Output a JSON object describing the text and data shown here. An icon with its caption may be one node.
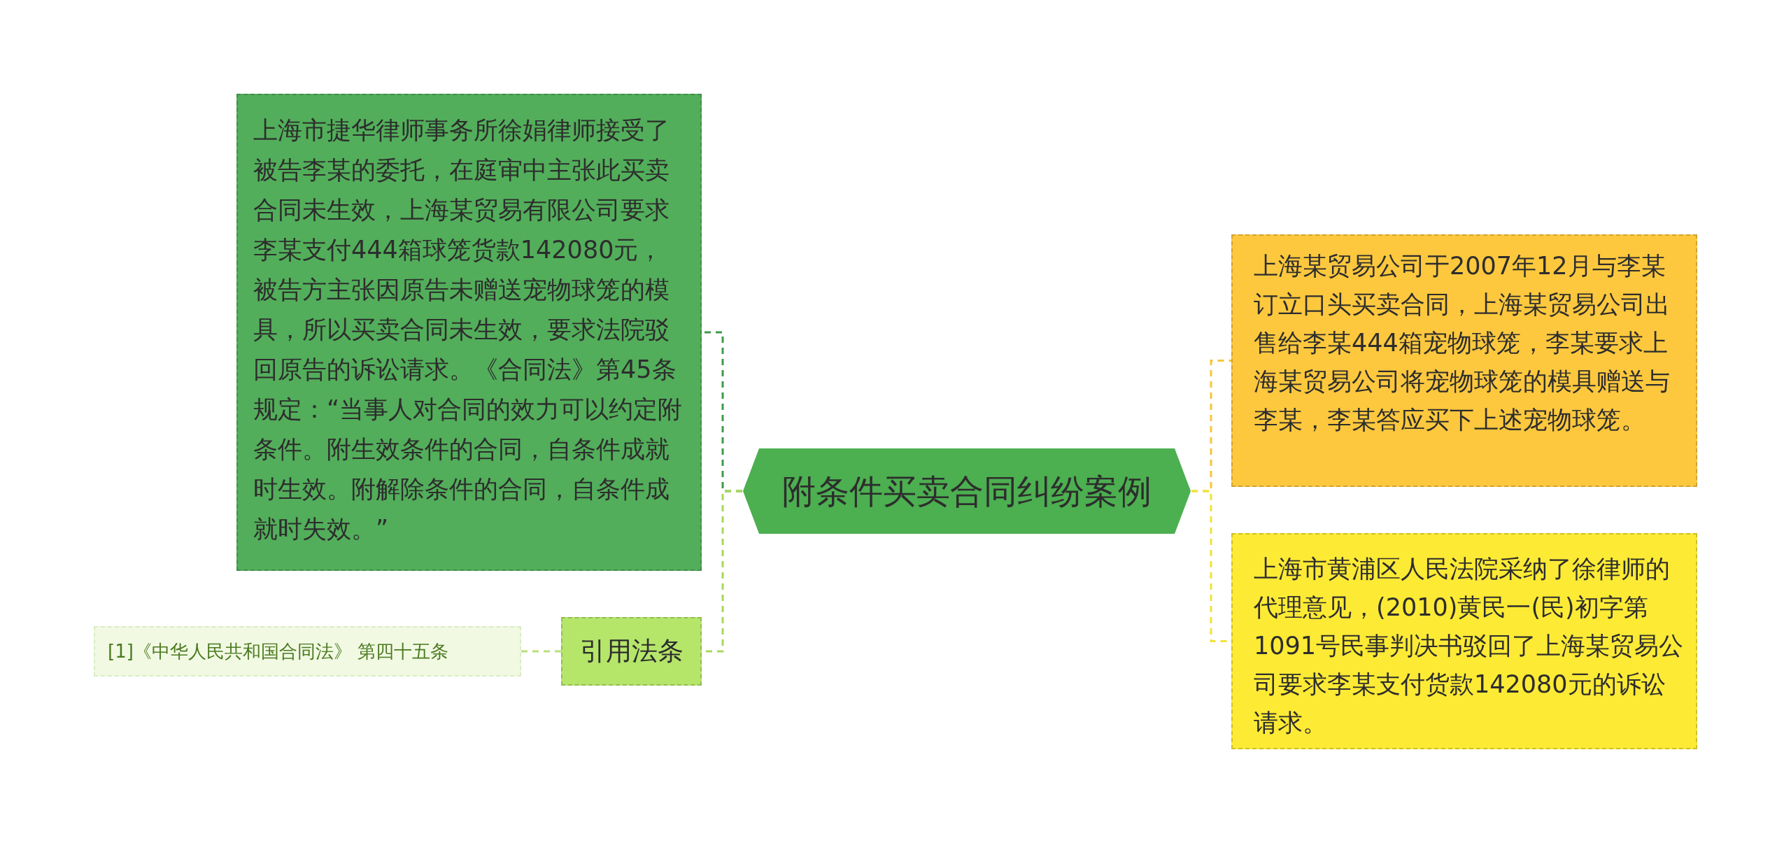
{
  "diagram": {
    "nodes": [
      {
        "text": [
          "附条件买卖合同纠纷案例"
        ]
      },
      {
        "text": [
          "上海市捷华律师事务所徐娟律师接受了被告李某的委托，在庭审中主张此买卖合同未生效，上海某贸易有限公司要求李某支付444箱球笼货款142080元，被告方主张因原告未赠送宠物球笼的模具，所以买卖合同未生效，要求法院驳回原告的诉讼请求。《合同法》第45条规定：“当事人对合同的效力可以约定附条件。附生效条件的合同，自条件成就时生效。附解除条件的合同，自条件成就时失效。”"
        ]
      },
      {
        "text": [
          "引用法条"
        ]
      },
      {
        "text": [
          "[1]《中华人民共和国合同法》 第四十五条"
        ]
      },
      {
        "text": [
          "上海某贸易公司于2007年12月与李某订立口头买卖合同，上海某贸易公司出售给李某444箱宠物球笼，李某要求上海某贸易公司将宠物球笼的模具赠送与李某，李某答应买下上述宠物球笼。"
        ]
      },
      {
        "text": [
          "上海市黄浦区人民法院采纳了徐律师的代理意见，(2010)黄民一(民)初字第1091号民事判决书驳回了上海某贸易公司要求李某支付货款142080元的诉讼请求。"
        ]
      }
    ],
    "edges": [
      {
        "from": 0,
        "to": 1,
        "arrow": "none",
        "style": "dashed",
        "color": "#3e9a4a"
      },
      {
        "from": 0,
        "to": 2,
        "arrow": "none",
        "style": "dashed",
        "color": "#a8d85a"
      },
      {
        "from": 2,
        "to": 3,
        "arrow": "none",
        "style": "dashed",
        "color": "#b8e07a"
      },
      {
        "from": 0,
        "to": 4,
        "arrow": "none",
        "style": "dashed",
        "color": "#f5c53a"
      },
      {
        "from": 0,
        "to": 5,
        "arrow": "none",
        "style": "dashed",
        "color": "#f2e23a"
      }
    ]
  }
}
